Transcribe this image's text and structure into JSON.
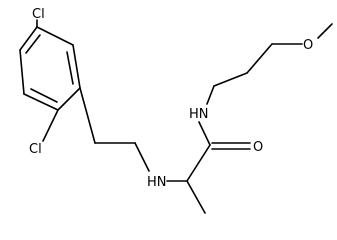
{
  "atom_labels": {
    "cl_top": "Cl",
    "cl_bottom": "Cl",
    "amine_nh": "HN",
    "amide_nh": "HN",
    "carbonyl_o": "O",
    "ether_o": "O"
  }
}
